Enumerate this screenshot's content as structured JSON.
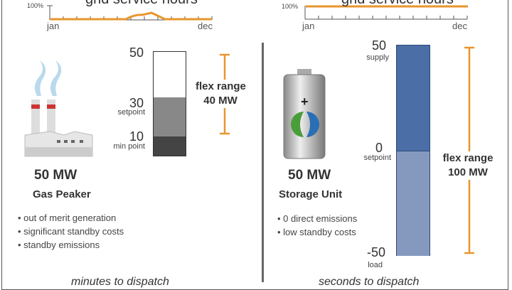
{
  "colors": {
    "accent": "#e8962e",
    "supply": "#4a6ea5",
    "load": "#8499bd"
  },
  "left": {
    "chart_title": "grid service hours",
    "y_label": "100%",
    "x_start": "jan",
    "x_end": "dec",
    "bar": {
      "top": "50",
      "mid": "30",
      "mid_label": "setpoint",
      "low": "10",
      "low_label": "min point"
    },
    "flex_line1": "flex range",
    "flex_line2": "40 MW",
    "capacity": "50 MW",
    "name": "Gas Peaker",
    "bullets": [
      "out of merit generation",
      "significant standby costs",
      "standby emissions"
    ],
    "caption": "minutes to dispatch"
  },
  "right": {
    "chart_title": "grid service hours",
    "y_label": "100%",
    "x_start": "jan",
    "x_end": "dec",
    "bar": {
      "top": "50",
      "top_label": "supply",
      "mid": "0",
      "mid_label": "setpoint",
      "low": "-50",
      "low_label": "load"
    },
    "flex_line1": "flex range",
    "flex_line2": "100 MW",
    "capacity": "50 MW",
    "name": "Storage Unit",
    "bullets": [
      "0 direct emissions",
      "low standby costs"
    ],
    "caption": "seconds to dispatch"
  }
}
